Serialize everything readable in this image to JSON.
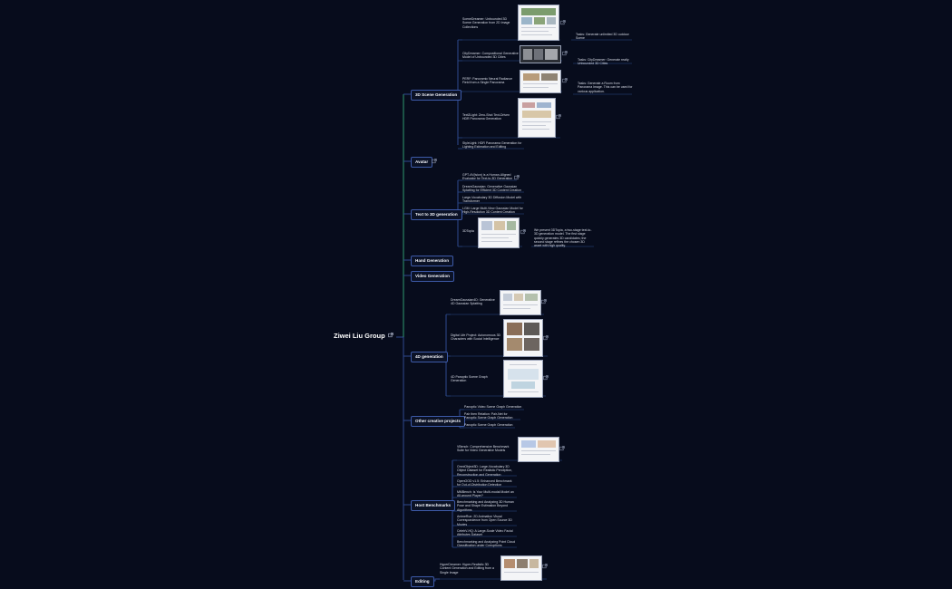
{
  "root": {
    "label": "Ziwei Liu Group"
  },
  "categories": [
    {
      "id": "scene3d",
      "label": "3D Scene Generation"
    },
    {
      "id": "avatar",
      "label": "Avatar"
    },
    {
      "id": "t23d",
      "label": "Text to 3D generation"
    },
    {
      "id": "hand",
      "label": "Hand Generation"
    },
    {
      "id": "video",
      "label": "Video Generation"
    },
    {
      "id": "g4d",
      "label": "4D generation"
    },
    {
      "id": "other",
      "label": "Other creative projects"
    },
    {
      "id": "bench",
      "label": "Host Benchmarks"
    },
    {
      "id": "edit",
      "label": "Editing"
    }
  ],
  "leaves": {
    "scene3d": [
      "SceneDreamer: Unbounded 3D Scene Generation from 2D Image Collections",
      "CityDreamer: Compositional Generative Model of Unbounded 3D Cities",
      "PERF: Panoramic Neural Radiance Field from a Single Panorama",
      "Text2Light: Zero-Shot Text-Driven HDR Panorama Generation",
      "StyleLight: HDR Panorama Generation for Lighting Estimation and Editing"
    ],
    "t23d": [
      "GPT-4V(ision) is a Human-Aligned Evaluator for Text-to-3D Generation",
      "DreamGaussian: Generative Gaussian Splatting for Efficient 3D Content Creation",
      "Large-Vocabulary 3D Diffusion Model with Transformer",
      "LGM: Large Multi-View Gaussian Model for High-Resolution 3D Content Creation",
      "3DTopia"
    ],
    "g4d": [
      "DreamGaussian4D: Generative 4D Gaussian Splatting",
      "Digital Life Project: Autonomous 3D Characters with Social Intelligence",
      "4D Panoptic Scene Graph Generation"
    ],
    "other": [
      "Panoptic Video Scene Graph Generation",
      "Pair then Relation: Pair-Net for Panoptic Scene Graph Generation",
      "Panoptic Scene Graph Generation"
    ],
    "bench": [
      "VBench: Comprehensive Benchmark Suite for Video Generative Models",
      "OmniObject3D: Large-Vocabulary 3D Object Dataset for Realistic Perception, Reconstruction and Generation",
      "OpenOOD v1.5: Enhanced Benchmark for Out-of-Distribution Detection",
      "MMBench: Is Your Multi-modal Model an All-around Player?",
      "Benchmarking and Analyzing 3D Human Pose and Shape Estimation Beyond Algorithms",
      "AnimeRun: 2D Animation Visual Correspondence from Open Source 3D Movies",
      "CelebV-HQ: A Large-Scale Video Facial Attributes Dataset",
      "Benchmarking and Analyzing Point Cloud Classification under Corruptions"
    ],
    "edit": [
      "HyperDreamer: Hyper-Realistic 3D Content Generation and Editing from a Single Image"
    ]
  },
  "notes": {
    "scenedreamer": "Tasks: Generate unlimited 3D outdoor Scene",
    "citydreamer": "Tasks: CityDreamer: Generate realty Unbounded 3D Cities",
    "perf": "Tasks: Generate a Room from Panorama Image. This can be used for various application.",
    "topia": "We present 3DTopia, a two-stage text-to-3D generation model. The first stage quickly generates 3D candidates; the second stage refines the chosen 3D asset with high quality."
  },
  "colors": {
    "background": "#070c1c",
    "edge": "#2f4a8f",
    "edge_leaf": "#2a4a8a",
    "accent_green": "#2f9a6f",
    "node_border": "#3d5aa8",
    "text": "#e6e9f2"
  }
}
